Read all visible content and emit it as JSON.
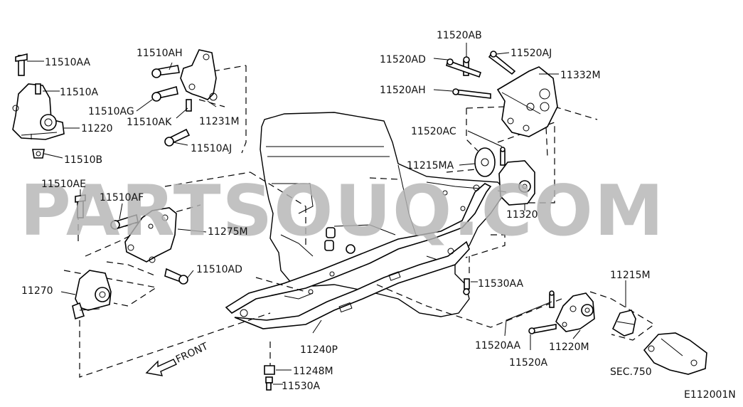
{
  "watermark": "PARTSOUQ.COM",
  "diagram_code": "E112001N",
  "direction_label": "FRONT",
  "labels": {
    "l11510AA": "11510AA",
    "l11510A": "11510A",
    "l11220": "11220",
    "l11510B": "11510B",
    "l11510AH": "11510AH",
    "l11510AG": "11510AG",
    "l11510AK": "11510AK",
    "l11231M": "11231M",
    "l11510AJ": "11510AJ",
    "l11510AE": "11510AE",
    "l11510AF": "11510AF",
    "l11275M": "11275M",
    "l11510AD": "11510AD",
    "l11270": "11270",
    "l11240P": "11240P",
    "l11248M": "11248M",
    "l11530A": "11530A",
    "l11520AB": "11520AB",
    "l11520AD": "11520AD",
    "l11520AJ": "11520AJ",
    "l11332M": "11332M",
    "l11520AH": "11520AH",
    "l11520AC": "11520AC",
    "l11215MA": "11215MA",
    "l11320": "11320",
    "l11530AA": "11530AA",
    "l11215M": "11215M",
    "l11520AA": "11520AA",
    "l11220M": "11220M",
    "l11520A": "11520A",
    "lSEC750": "SEC.750"
  }
}
